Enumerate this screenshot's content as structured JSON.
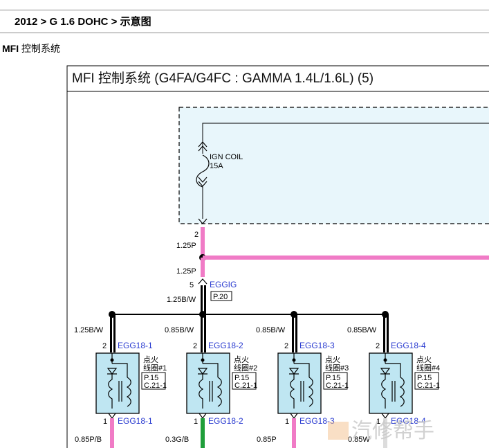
{
  "breadcrumb": "2012 > G 1.6 DOHC > 示意图",
  "section": {
    "bold": "MFI",
    "text": " 控制系统"
  },
  "diagram": {
    "title": "MFI 控制系统 (G4FA/G4FC : GAMMA 1.4L/1.6L) (5)",
    "fuse": {
      "name": "IGN COIL",
      "rating": "15A"
    },
    "wire_top": {
      "pin": "2",
      "wire": "1.25P"
    },
    "wire_mid": {
      "wire": "1.25P"
    },
    "connector": {
      "pin": "5",
      "name": "EGGIG",
      "wire": "1.25B/W",
      "ref": "P.20"
    },
    "branches": [
      {
        "wire": "1.25B/W",
        "pin_top": "2",
        "conn_top": "EGG18-1",
        "label1": "点火",
        "label2": "线圈#1",
        "ref1": "P.15",
        "ref2": "C.21-1",
        "pin_bot": "1",
        "conn_bot": "EGG18-1",
        "wire_bot": "0.85P/B",
        "color_bot": "#f07bc6"
      },
      {
        "wire": "0.85B/W",
        "pin_top": "2",
        "conn_top": "EGG18-2",
        "label1": "点火",
        "label2": "线圈#2",
        "ref1": "P.15",
        "ref2": "C.21-1",
        "pin_bot": "1",
        "conn_bot": "EGG18-2",
        "wire_bot": "0.3G/B",
        "color_bot": "#1f9e3a"
      },
      {
        "wire": "0.85B/W",
        "pin_top": "2",
        "conn_top": "EGG18-3",
        "label1": "点火",
        "label2": "线圈#3",
        "ref1": "P.15",
        "ref2": "C.21-1",
        "pin_bot": "1",
        "conn_bot": "EGG18-3",
        "wire_bot": "0.85P",
        "color_bot": "#f07bc6"
      },
      {
        "wire": "0.85B/W",
        "pin_top": "2",
        "conn_top": "EGG18-4",
        "label1": "点火",
        "label2": "线圈#4",
        "ref1": "P.15",
        "ref2": "C.21-1",
        "pin_bot": "1",
        "conn_bot": "EGG18-4",
        "wire_bot": "0.85W",
        "color_bot": "#dcdcdc"
      }
    ],
    "colors": {
      "pink": "#f07bc6",
      "black": "#000000",
      "coil_fill": "#bfe6f2",
      "dashed_fill": "#e8f6fb",
      "blue_text": "#2a3bd0"
    }
  },
  "watermark": "汽修帮手"
}
